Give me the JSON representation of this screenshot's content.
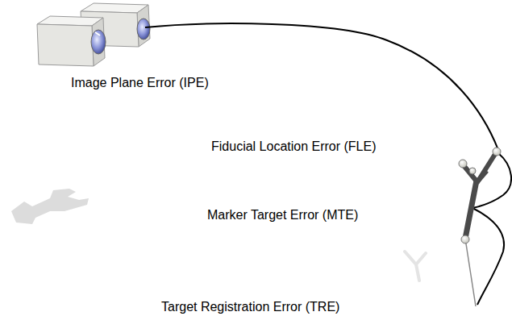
{
  "diagram": {
    "labels": [
      "Image Plane Error (IPE)",
      "Fiducial Location Error (FLE)",
      "Marker Target Error (MTE)",
      "Target Registration Error (TRE)"
    ]
  }
}
